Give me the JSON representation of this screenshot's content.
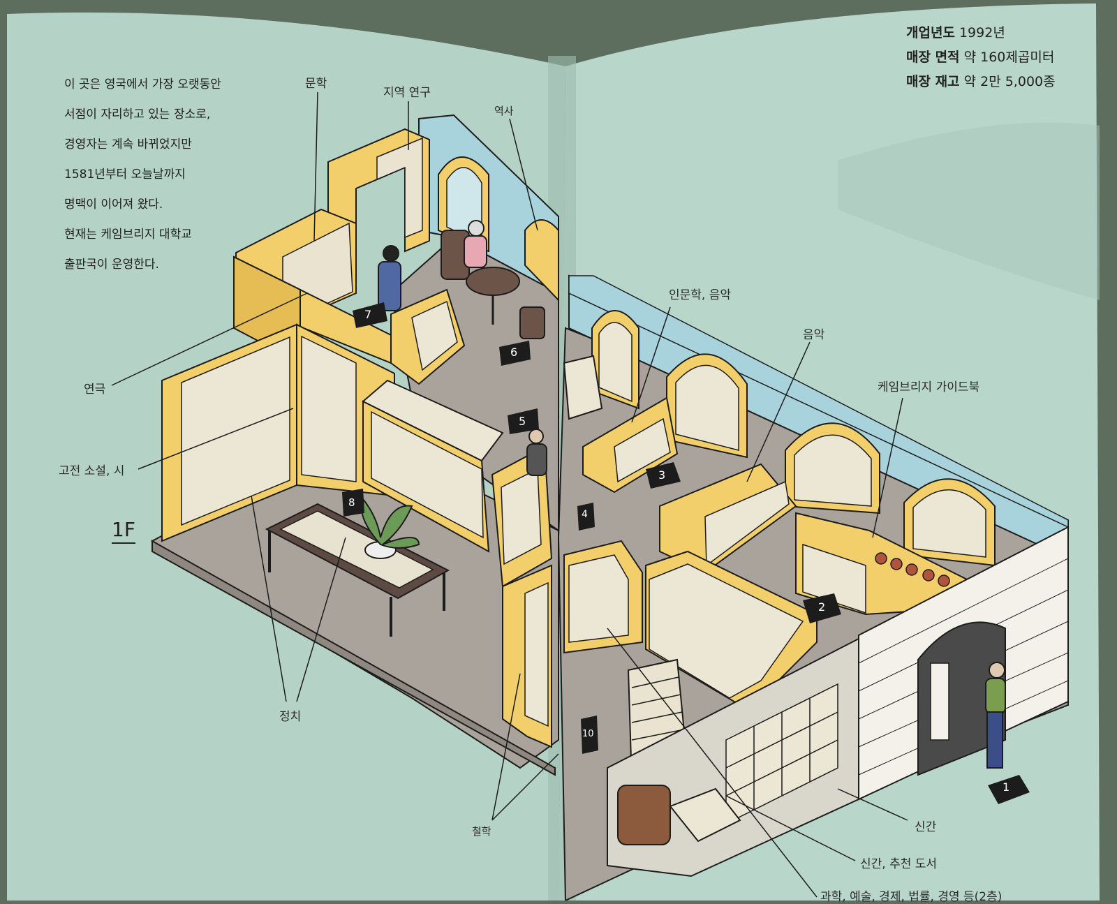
{
  "intro_text": [
    "이 곳은 영국에서 가장 오랫동안",
    "서점이 자리하고 있는 장소로,",
    "경영자는 계속 바뀌었지만",
    "1581년부터 오늘날까지",
    "명맥이 이어져 왔다.",
    "현재는 케임브리지 대학교",
    "출판국이 운영한다."
  ],
  "info": {
    "founded_label": "개업년도",
    "founded_value": "1992년",
    "area_label": "매장 면적",
    "area_value": "약 160제곱미터",
    "stock_label": "매장 재고",
    "stock_value": "약 2만 5,000종"
  },
  "floor_label": "1F",
  "section_labels": {
    "literature": "문학",
    "regional_studies": "지역 연구",
    "history": "역사",
    "humanities_music": "인문학, 음악",
    "music": "음악",
    "cambridge_guide": "케임브리지 가이드북",
    "theatre": "연극",
    "classic_novels_poetry": "고전 소설, 시",
    "politics": "정치",
    "philosophy": "철학",
    "new_releases": "신간",
    "new_recommended": "신간, 추천 도서",
    "science_etc": "과학, 예술, 경제, 법률, 경영 등(2층)"
  },
  "markers": [
    "1",
    "2",
    "3",
    "4",
    "5",
    "6",
    "7",
    "8",
    "10"
  ],
  "colors": {
    "page": "#b6d4c8",
    "shelf_yellow": "#f2cf6b",
    "wall_blue": "#a8d3dc",
    "floor_grey": "#a9a39b",
    "line": "#1c1c1c"
  }
}
